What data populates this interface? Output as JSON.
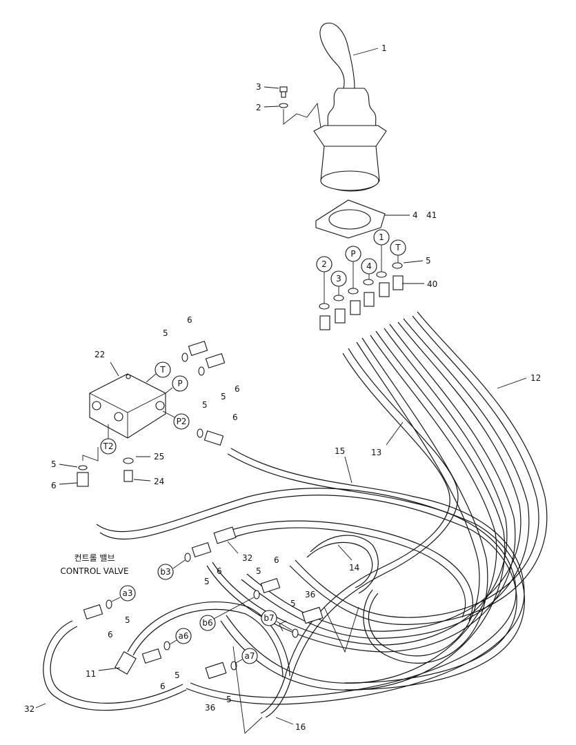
{
  "control_valve_label_ko": "컨트롤 밸브",
  "control_valve_label_en": "CONTROL VALVE",
  "port_labels": {
    "p2": "2",
    "p3": "3",
    "pP": "P",
    "p4": "4",
    "p1": "1",
    "pT": "T",
    "vT": "T",
    "vP": "P",
    "vP2": "P2",
    "vT2": "T2",
    "b3": "b3",
    "a3": "a3",
    "a6": "a6",
    "b6": "b6",
    "b7": "b7",
    "a7": "a7"
  },
  "part_numbers": {
    "n1": "1",
    "n3": "3",
    "n2": "2",
    "n4": "4",
    "n41": "41",
    "n5a": "5",
    "n40": "40",
    "n6a": "6",
    "n5b": "5",
    "n22": "22",
    "n5c": "5",
    "n6b": "6",
    "n5d": "5",
    "n6c": "6",
    "n12": "12",
    "n13": "13",
    "n15": "15",
    "n5e": "5",
    "n6d": "6",
    "n25": "25",
    "n24": "24",
    "n32a": "32",
    "n6e": "6",
    "n5f": "5",
    "n14": "14",
    "n5g": "5",
    "n6f": "6",
    "n5h": "5",
    "n6g": "6",
    "n36a": "36",
    "n5i": "5",
    "n11": "11",
    "n6h": "6",
    "n5j": "5",
    "n36b": "36",
    "n5k": "5",
    "n32b": "32",
    "n16": "16"
  }
}
